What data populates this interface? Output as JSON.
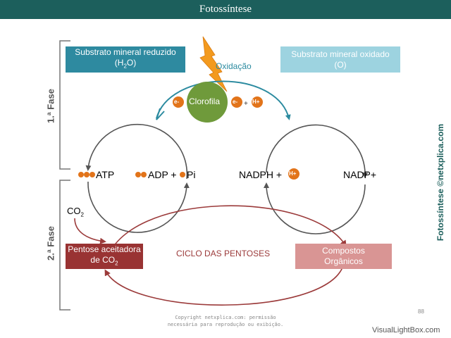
{
  "header": {
    "title": "Fotossíntese"
  },
  "phases": {
    "phase1": "1.ª Fase",
    "phase2": "2.ª Fase"
  },
  "substrates": {
    "reduced": {
      "line1": "Substrato mineral reduzido",
      "line2_prefix": "(H",
      "line2_sub": "2",
      "line2_suffix": "O)"
    },
    "oxidized": {
      "line1": "Substrato mineral oxidado",
      "line2": "(O)"
    }
  },
  "oxidation_label": "Oxidação",
  "chlorophyll": "Clorofila",
  "electron": "e-",
  "proton": "H+",
  "plus": "+",
  "atp": "ATP",
  "adp": "ADP +",
  "pi": "Pi",
  "nadph": "NADPH +",
  "nadp": "NADP+",
  "co2": {
    "prefix": "CO",
    "sub": "2"
  },
  "pentose": {
    "line1": "Pentose aceitadora",
    "line2_prefix": "de CO",
    "line2_sub": "2"
  },
  "cycle_label": "CICLO DAS PENTOSES",
  "organic": {
    "line1": "Compostos",
    "line2": "Orgânicos"
  },
  "side_credit": "Fotossíntese ©netxplica.com",
  "copyright": {
    "line1": "Copyright netxplica.com: permissão",
    "line2": "necessária para reprodução ou exibição."
  },
  "page_number": "88",
  "watermark": "VisualLightBox.com",
  "colors": {
    "header": "#1c5f5c",
    "reduced_box": "#2e8aa0",
    "oxidized_box": "#9dd3e0",
    "chlorophyll": "#6f9a3b",
    "orange": "#e2741a",
    "teal_arrow": "#2c8ba0",
    "cycle_red": "#9b3a3a",
    "pentose_box": "#993333",
    "organic_box": "#d99594",
    "lightning": "#f39a1e"
  }
}
